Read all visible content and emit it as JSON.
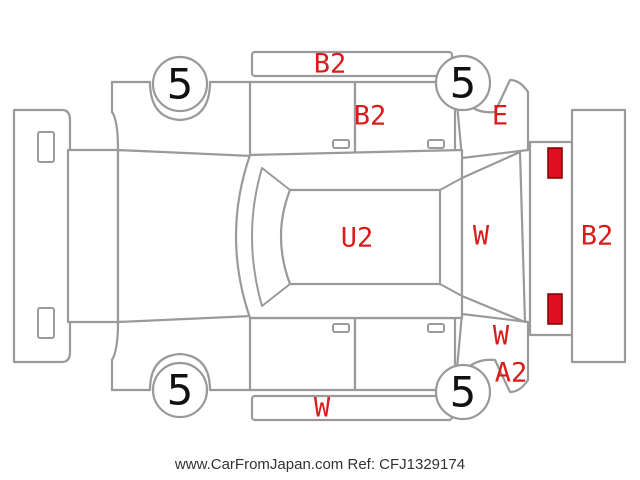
{
  "tires": {
    "front_left": "5",
    "front_right": "5",
    "rear_left": "5",
    "rear_right": "5"
  },
  "damage_codes": {
    "top_panel": "B2",
    "upper_door": "B2",
    "upper_quarter": "E",
    "roof": "U2",
    "rear_glass": "W",
    "rear_bumper": "B2",
    "lower_quarter_w": "W",
    "lower_quarter_a2": "A2",
    "bottom_panel": "W"
  },
  "colors": {
    "damage_text": "#d91c1c",
    "outline": "#9a9a9a",
    "front_lamp": "#f2e600",
    "rear_lamp": "#e01020"
  },
  "footer": {
    "site": "www.CarFromJapan.com",
    "ref": "Ref: CFJ1329174"
  }
}
